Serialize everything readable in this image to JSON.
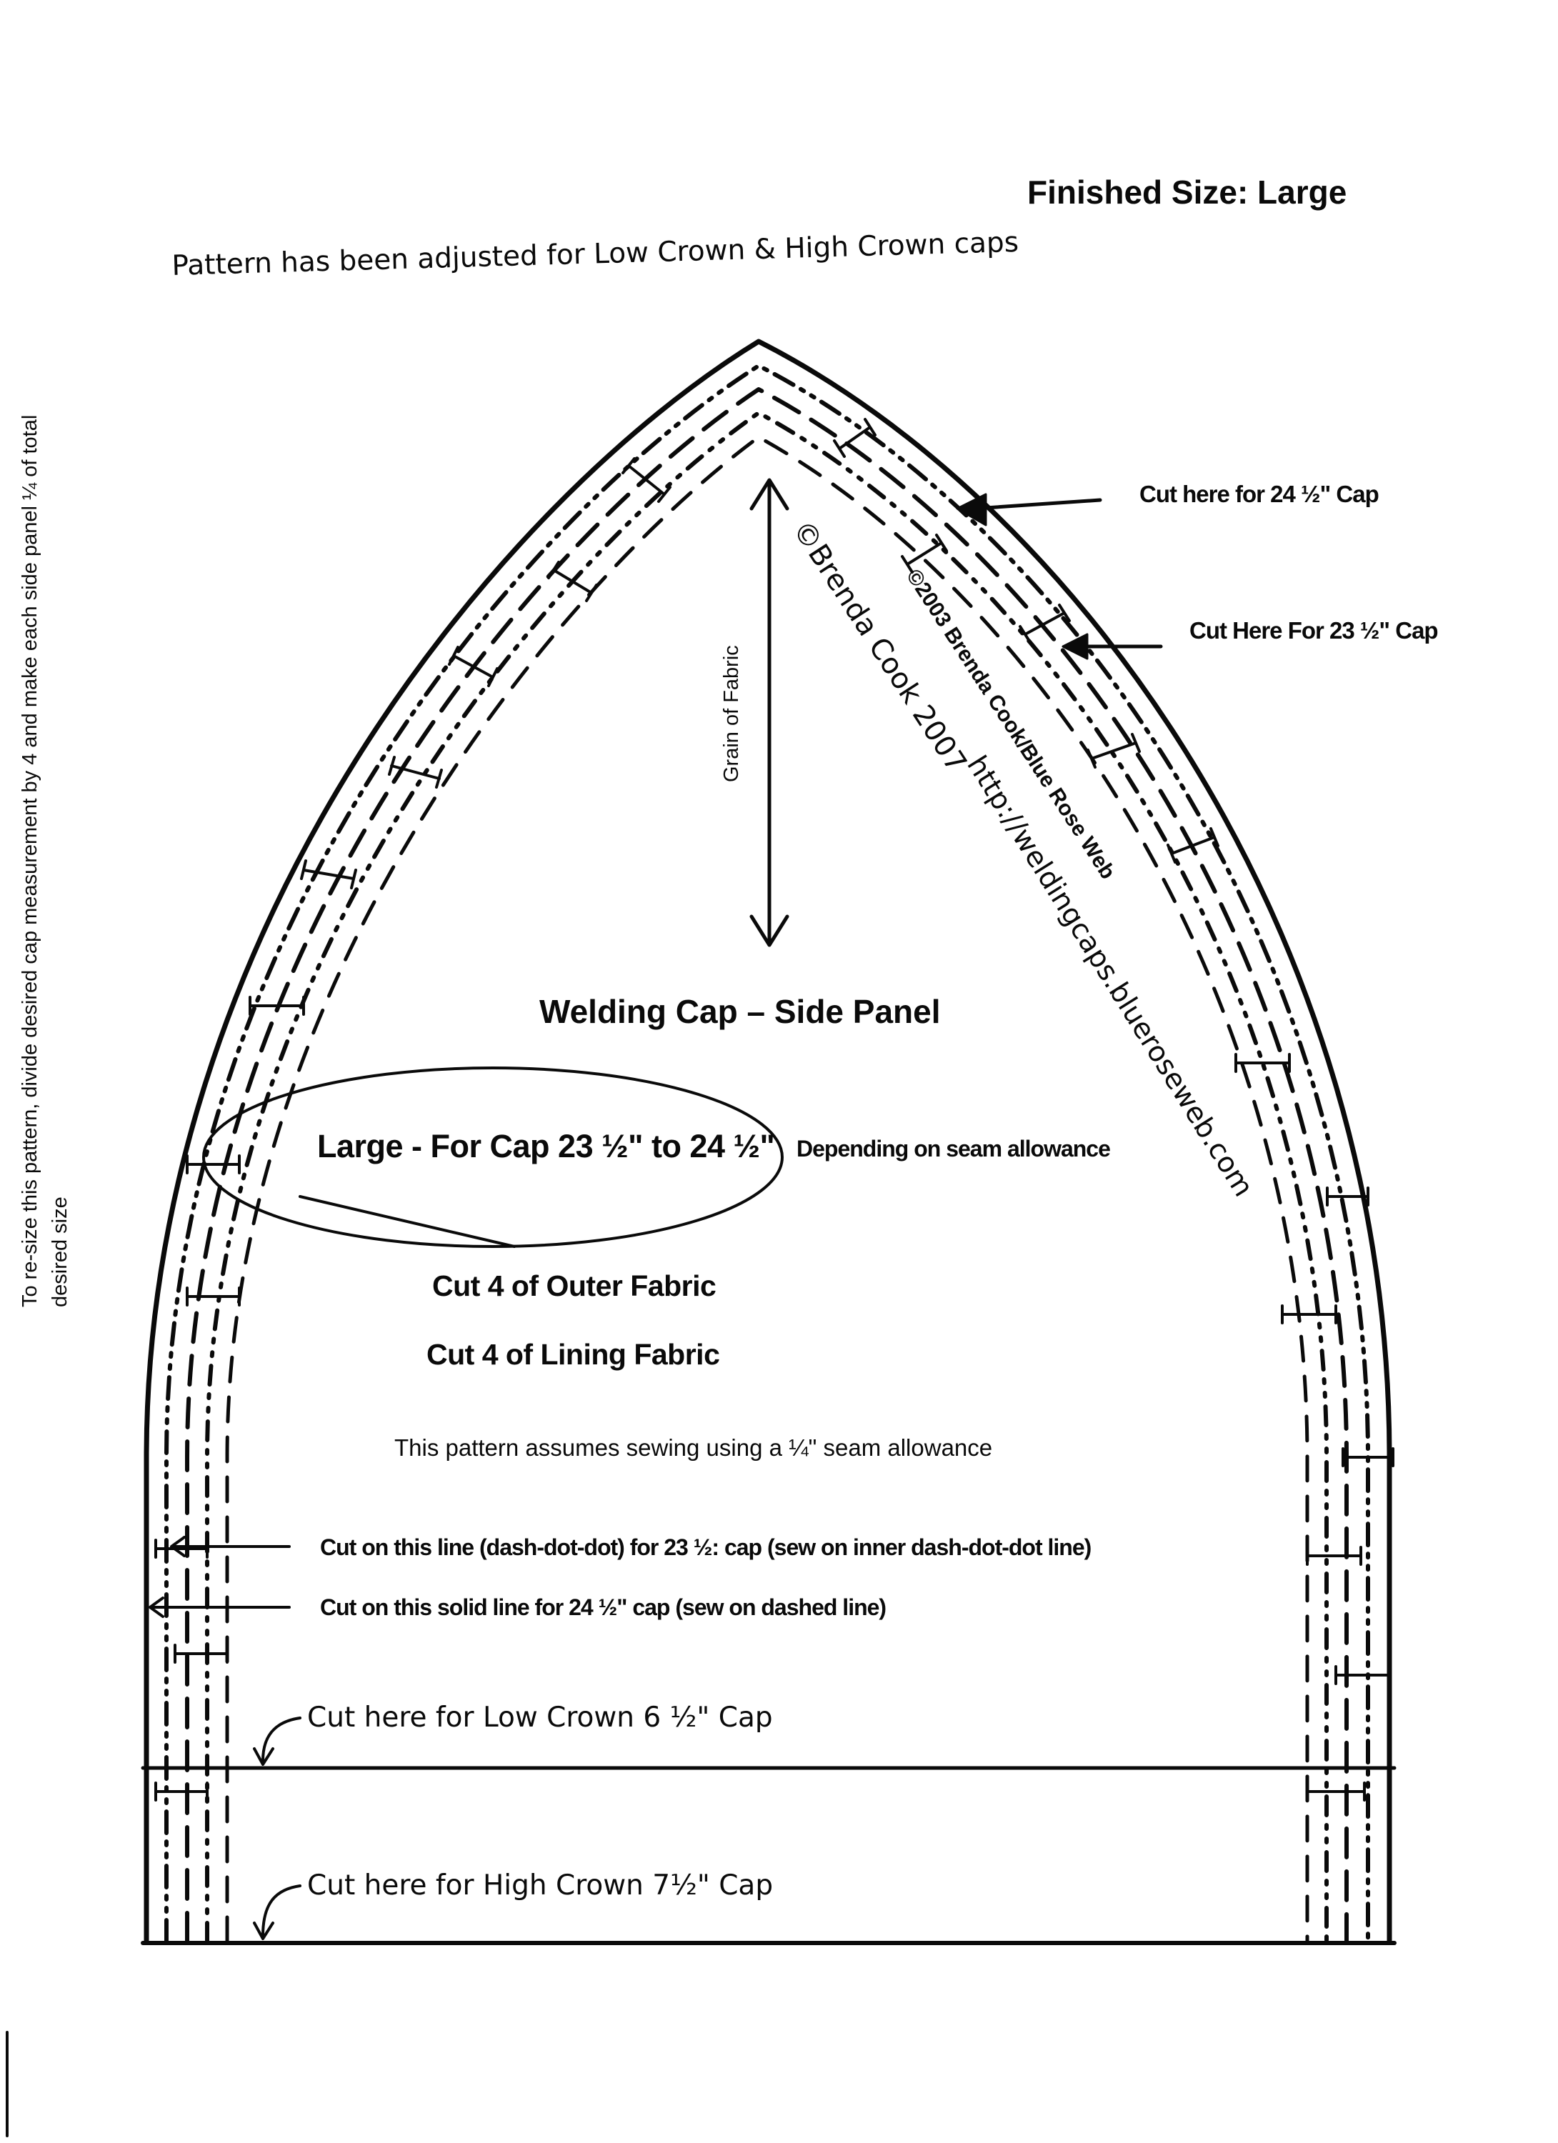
{
  "header": {
    "finished_size": "Finished Size: Large",
    "adjusted_note": "Pattern has been adjusted for Low Crown & High Crown caps"
  },
  "side_instructions": {
    "line1": "To re-size this pattern, divide desired cap measurement by 4 and make each side panel ¼ of total",
    "line2": "desired size"
  },
  "cut_labels": {
    "cut_24_half": "Cut here for 24 ½\" Cap",
    "cut_23_half": "Cut Here For 23 ½\" Cap"
  },
  "grain_label": "Grain of Fabric",
  "copyright": {
    "brenda_2007": "©Brenda Cook 2007",
    "blue_rose_2003": "©2003 Brenda Cook/Blue Rose Web",
    "url": "http://weldingcaps.blueroseweb.com"
  },
  "panel": {
    "title": "Welding Cap – Side Panel",
    "size_line": "Large - For Cap 23 ½\" to 24 ½\"",
    "seam_note": "Depending on seam allowance",
    "cut_outer": "Cut 4 of Outer Fabric",
    "cut_lining": "Cut 4 of Lining Fabric",
    "seam_assumption": "This pattern assumes sewing using a ¼\" seam allowance"
  },
  "line_legend": {
    "dash_dot_dot": "Cut on this line (dash-dot-dot) for 23 ½: cap  (sew on inner dash-dot-dot line)",
    "solid": "Cut on this solid line for 24 ½\" cap (sew on dashed line)"
  },
  "crown_labels": {
    "low_crown": "Cut here for Low Crown 6 ½\" Cap",
    "high_crown": "Cut here for High Crown 7½\" Cap"
  }
}
